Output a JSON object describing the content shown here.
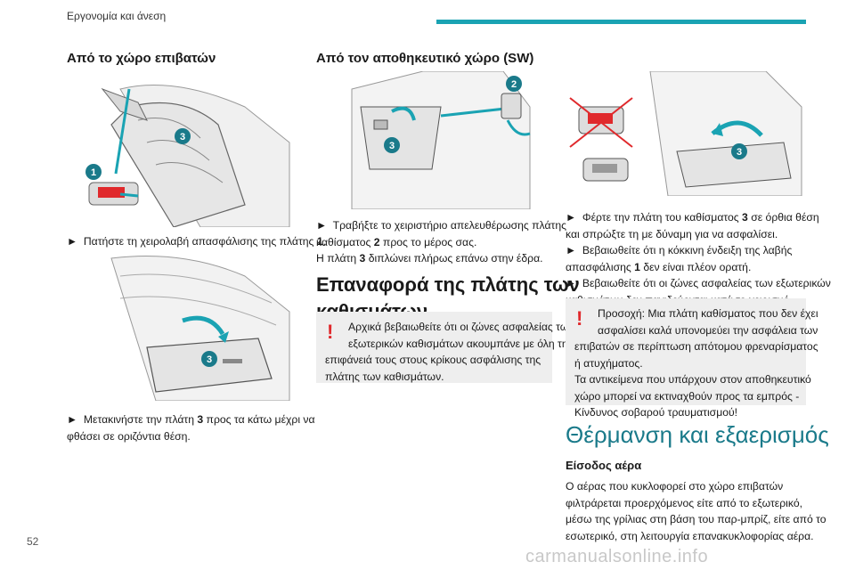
{
  "header": {
    "section_title": "Εργονομία και άνεση",
    "accent": "#1aa3b3"
  },
  "page_number": "52",
  "col1": {
    "heading": "Από το χώρο επιβατών",
    "fig1": {
      "callouts": [
        "3",
        "1"
      ]
    },
    "step1": {
      "arrow": "►",
      "text": "Πατήστε τη χειρολαβή απασφάλισης της πλάτης ",
      "num": "1",
      "end": "."
    },
    "fig2": {
      "callouts": [
        "3"
      ]
    },
    "step2": {
      "arrow": "►",
      "text": "Μετακινήστε την πλάτη ",
      "num": "3",
      "rest": " προς τα κάτω μέχρι να",
      "line2": "φθάσει σε οριζόντια θέση."
    }
  },
  "col2": {
    "heading": "Από τον αποθηκευτικό χώρο (SW)",
    "fig": {
      "callouts": [
        "2",
        "3"
      ]
    },
    "step1": {
      "arrow": "►",
      "text": "Τραβήξτε το χειριστήριο απελευθέρωσης πλάτης",
      "line2a": "καθίσματος ",
      "num": "2",
      "line2b": " προς το μέρος σας."
    },
    "step2": {
      "line_a": "Η πλάτη ",
      "num": "3",
      "line_b": " διπλώνει πλήρως επάνω στην έδρα."
    },
    "big_heading": {
      "line1": "Επαναφορά της πλάτης των",
      "line2": "καθισμάτων"
    },
    "warning": {
      "icon": "!",
      "lines": [
        "Αρχικά βεβαιωθείτε ότι οι ζώνες ασφαλείας των",
        "εξωτερικών καθισμάτων ακουμπάνε με όλη την",
        "επιφάνειά τους στους κρίκους ασφάλισης της",
        "πλάτης των καθισμάτων."
      ]
    }
  },
  "col3": {
    "fig": {
      "callouts": [
        "3"
      ]
    },
    "steps": {
      "s1a": "Φέρτε την πλάτη του καθίσματος ",
      "s1num": "3",
      "s1b": " σε όρθια θέση",
      "s1line2": "και σπρώξτε τη με δύναμη για να ασφαλίσει.",
      "s2": "Βεβαιωθείτε ότι η κόκκινη ένδειξη της λαβής",
      "s2line2a": "απασφάλισης ",
      "s2num": "1",
      "s2line2b": " δεν είναι πλέον ορατή.",
      "s3": "Βεβαιωθείτε ότι οι ζώνες ασφαλείας των εξωτερικών",
      "s3line2": "καθισμάτων δεν παγιδεύονται κατά το χειρισμό.",
      "arrow": "►"
    },
    "warning": {
      "icon": "!",
      "lines": [
        "Προσοχή: Μια πλάτη καθίσματος που δεν έχει",
        "ασφαλίσει καλά υπονομεύει την ασφάλεια των",
        "επιβατών σε περίπτωση απότομου φρεναρίσματος",
        "ή ατυχήματος.",
        "Τα αντικείμενα που υπάρχουν στον αποθηκευτικό",
        "χώρο μπορεί να εκτιναχθούν προς τα εμπρός -",
        "Κίνδυνος σοβαρού τραυματισμού!"
      ]
    },
    "section_heading": "Θέρμανση και εξαερισμός",
    "subheading": "Είσοδος αέρα",
    "body": [
      "Ο αέρας που κυκλοφορεί στο χώρο επιβατών",
      "φιλτράρεται προερχόμενος είτε από το εξωτερικό,",
      "μέσω της γρίλιας στη βάση του παρ-μπρίζ, είτε από το",
      "εσωτερικό, στη λειτουργία επανακυκλοφορίας αέρα."
    ]
  },
  "watermark": "carmanualsonline.info"
}
